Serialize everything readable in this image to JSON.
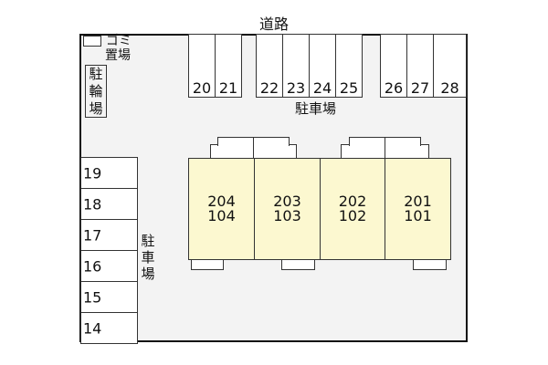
{
  "road": "道路",
  "garbage": {
    "line1": "ゴミ",
    "line2": "置場"
  },
  "bicycle_parking": [
    "駐",
    "輪",
    "場"
  ],
  "top_parking_label": "駐車場",
  "left_parking_label": [
    "駐",
    "車",
    "場"
  ],
  "top_slots": [
    "20",
    "21",
    "22",
    "23",
    "24",
    "25",
    "26",
    "27",
    "28"
  ],
  "left_slots": [
    "19",
    "18",
    "17",
    "16",
    "15",
    "14"
  ],
  "units": [
    {
      "upper": "204",
      "lower": "104"
    },
    {
      "upper": "203",
      "lower": "103"
    },
    {
      "upper": "202",
      "lower": "102"
    },
    {
      "upper": "201",
      "lower": "101"
    }
  ],
  "colors": {
    "unit_fill": "#fcf8d0",
    "ground": "#f3f3f3"
  }
}
